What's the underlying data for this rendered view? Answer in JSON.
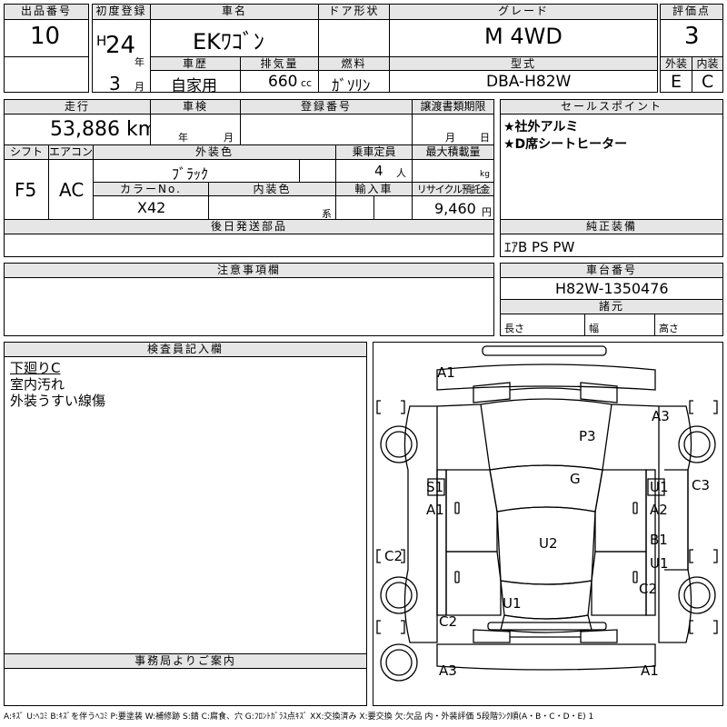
{
  "headers": {
    "lot_no": "出品番号",
    "first_reg": "初度登録",
    "car_name": "車名",
    "door_type": "ドア形状",
    "grade": "グレード",
    "score": "評価点",
    "history": "車歴",
    "displacement": "排気量",
    "fuel": "燃料",
    "model_code": "型式",
    "exterior": "外装",
    "interior": "内装",
    "mileage": "走行",
    "inspection": "車検",
    "reg_no": "登録番号",
    "transfer_deadline": "譲渡書類期限",
    "sales_points": "セールスポイント",
    "shift": "シフト",
    "aircon": "エアコン",
    "ext_color": "外装色",
    "capacity": "乗車定員",
    "max_load": "最大積載量",
    "color_no": "カラーNo.",
    "int_color": "内装色",
    "import": "輸入車",
    "recycle": "リサイクル預託金",
    "later_parts": "後日発送部品",
    "genuine_equip": "純正装備",
    "notes": "注意事項欄",
    "chassis_no": "車台番号",
    "dimensions": "諸元",
    "inspector": "検査員記入欄",
    "office": "事務局よりご案内"
  },
  "values": {
    "lot_no": "10",
    "era_mark": "H",
    "year": "24",
    "year_unit": "年",
    "month": "3",
    "month_unit": "月",
    "car_name": "EKﾜｺﾞﾝ",
    "door_type": "",
    "grade": "M 4WD",
    "score": "3",
    "history": "自家用",
    "displacement": "660",
    "cc": "cc",
    "fuel": "ｶﾞｿﾘﾝ",
    "model_code": "DBA-H82W",
    "exterior": "E",
    "interior": "C",
    "mileage": "53,886",
    "km": "km",
    "insp_year": "年",
    "insp_month": "月",
    "transfer_month": "月",
    "transfer_day": "日",
    "shift": "F5",
    "aircon": "AC",
    "ext_color": "ﾌﾞﾗｯｸ",
    "capacity": "4",
    "capacity_unit": "人",
    "load_unit": "kg",
    "color_no": "X42",
    "int_color_unit": "系",
    "recycle": "9,460",
    "yen": "円",
    "genuine_equip": "ｴｱB PS PW",
    "chassis_no": "H82W-1350476",
    "length": "長さ",
    "width": "幅",
    "height": "高さ"
  },
  "sales_points": [
    "★社外アルミ",
    "★D席シートヒーター"
  ],
  "inspector_notes": [
    "下廻りC",
    "室内汚れ",
    "外装うすい線傷"
  ],
  "damage_marks": {
    "front": "A1",
    "front_right": "A3",
    "hood": "P3",
    "windshield": "G",
    "left_rocker_top": "S1",
    "left_rocker_bottom": "A1",
    "right_front_door": "U1",
    "right_front_door_2": "A2",
    "right_fender": "C3",
    "roof": "U2",
    "right_rear_door": "B1",
    "right_rear_door_2": "U1",
    "left_quarter": "C2",
    "right_rear": "C2",
    "rear_floor": "U1",
    "left_rear_lower": "C2",
    "rear_left": "A3",
    "rear_right": "A1"
  },
  "legend": "A:ｷｽﾞ U:ﾍｺﾐ B:ｷｽﾞを伴うﾍｺﾐ P:要塗装 W:補修跡 S:錆 C:腐食、穴 G:ﾌﾛﾝﾄｶﾞﾗｽ点ｷｽﾞ XX:交換済み X:要交換 欠:欠品 内・外装評価 5段階ﾗﾝｸ順(A・B・C・D・E) 1"
}
